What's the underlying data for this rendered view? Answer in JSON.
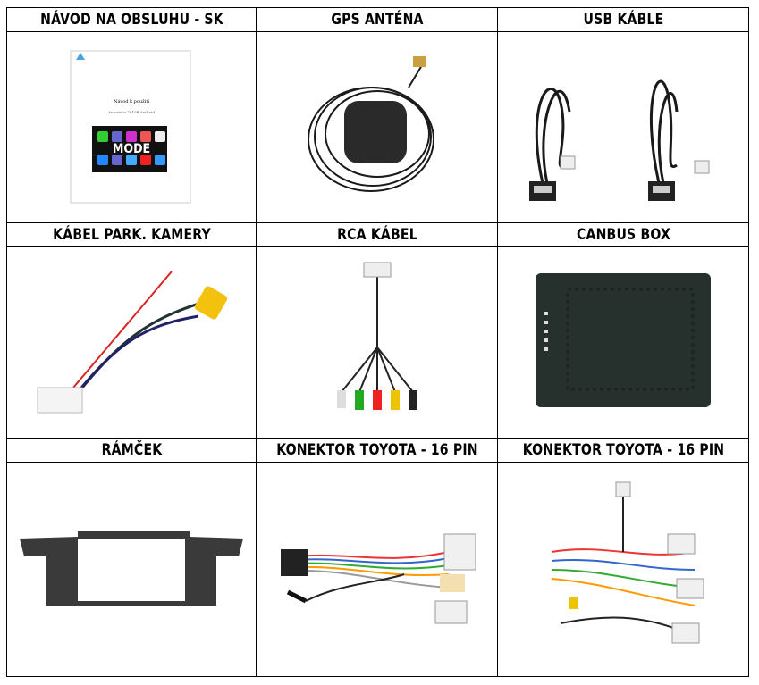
{
  "items": [
    {
      "title": "NÁVOD NA OBSLUHU - SK",
      "image": "manual-booklet",
      "image_text": {
        "heading": "Návod k použití",
        "subheading": "Autorádio 7010B Android",
        "logo": "MODE"
      }
    },
    {
      "title": "GPS ANTÉNA",
      "image": "gps-antenna"
    },
    {
      "title": "USB KÁBLE",
      "image": "usb-cables"
    },
    {
      "title": "KÁBEL PARK. KAMERY",
      "image": "parking-camera-cable"
    },
    {
      "title": "RCA KÁBEL",
      "image": "rca-cable"
    },
    {
      "title": "CANBUS BOX",
      "image": "canbus-box"
    },
    {
      "title": "RÁMČEK",
      "image": "dashboard-frame"
    },
    {
      "title": "KONEKTOR TOYOTA - 16 PIN",
      "image": "toyota-harness"
    },
    {
      "title": "KONEKTOR TOYOTA - 16 PIN",
      "image": "toyota-harness"
    }
  ],
  "colors": {
    "border": "#000000",
    "background": "#ffffff"
  }
}
